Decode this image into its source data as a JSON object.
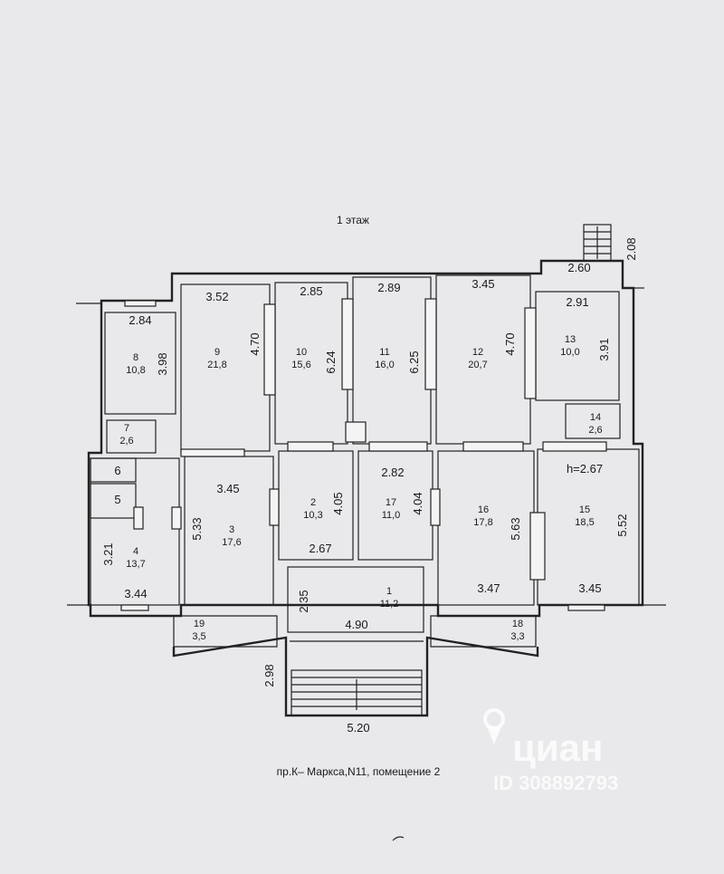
{
  "floor_title": "1 этаж",
  "address": "пр.К– Маркса,N11, помещение 2",
  "watermark": {
    "brand": "циан",
    "id": "ID 308892793"
  },
  "height_note": "h=2.67",
  "rooms": [
    {
      "n": "1",
      "area": "11,2"
    },
    {
      "n": "2",
      "area": "10,3"
    },
    {
      "n": "3",
      "area": "17,6"
    },
    {
      "n": "4",
      "area": "13,7"
    },
    {
      "n": "5",
      "area": ""
    },
    {
      "n": "6",
      "area": ""
    },
    {
      "n": "7",
      "area": "2,6"
    },
    {
      "n": "8",
      "area": "10,8"
    },
    {
      "n": "9",
      "area": "21,8"
    },
    {
      "n": "10",
      "area": "15,6"
    },
    {
      "n": "11",
      "area": "16,0"
    },
    {
      "n": "12",
      "area": "20,7"
    },
    {
      "n": "13",
      "area": "10,0"
    },
    {
      "n": "14",
      "area": "2,6"
    },
    {
      "n": "15",
      "area": "18,5"
    },
    {
      "n": "16",
      "area": "17,8"
    },
    {
      "n": "17",
      "area": "11,0"
    },
    {
      "n": "18",
      "area": "3,3"
    },
    {
      "n": "19",
      "area": "3,5"
    }
  ],
  "dimensions": [
    "2.84",
    "3.98",
    "3.52",
    "4.70",
    "2.85",
    "6.24",
    "2.89",
    "6.25",
    "3.45",
    "4.70",
    "2.91",
    "3.91",
    "2.60",
    "2.08",
    "3.45",
    "5.33",
    "4.05",
    "2.67",
    "2.82",
    "4.04",
    "5.63",
    "3.47",
    "5.52",
    "3.45",
    "3.21",
    "3.44",
    "2.35",
    "4.90",
    "2.98",
    "5.20"
  ]
}
